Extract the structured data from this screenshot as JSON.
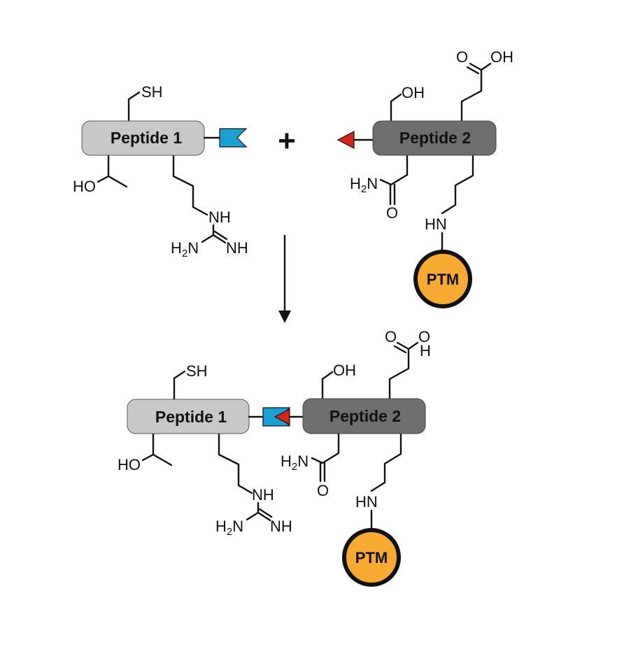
{
  "colors": {
    "peptide1_fill": "#c8c8c8",
    "peptide2_fill": "#6e6e6e",
    "ptm_fill": "#f7ab33",
    "tag_blue": "#1aa0d2",
    "tag_red": "#d6261c"
  },
  "icons": {
    "blue_tag": "blue-flag-tag-icon",
    "red_tag": "red-triangle-tag-icon",
    "arrow": "down-arrow-icon"
  },
  "reactants": {
    "peptide1": {
      "label": "Peptide 1",
      "cys_group": "SH",
      "thr_group": "HO",
      "arg_nh": "NH",
      "arg_h2n": "H",
      "arg_h2n_sub": "2",
      "arg_h2n_n": "N",
      "arg_imine": "NH"
    },
    "plus": "+",
    "peptide2": {
      "label": "Peptide 2",
      "ser_group": "OH",
      "glu_o": "O",
      "glu_oh": "OH",
      "asn_h": "H",
      "asn_sub": "2",
      "asn_n": "N",
      "asn_o": "O",
      "lys_hn": "HN",
      "ptm_label": "PTM"
    }
  },
  "product": {
    "peptide1": {
      "label": "Peptide 1",
      "cys_group": "SH",
      "thr_group": "HO",
      "arg_nh": "NH",
      "arg_h2n": "H",
      "arg_h2n_sub": "2",
      "arg_h2n_n": "N",
      "arg_imine": "NH"
    },
    "peptide2": {
      "label": "Peptide 2",
      "ser_group": "OH",
      "glu_o": "O",
      "glu_oh_o": "O",
      "glu_oh_h": "H",
      "asn_h": "H",
      "asn_sub": "2",
      "asn_n": "N",
      "asn_o": "O",
      "lys_hn": "HN",
      "ptm_label": "PTM"
    }
  }
}
